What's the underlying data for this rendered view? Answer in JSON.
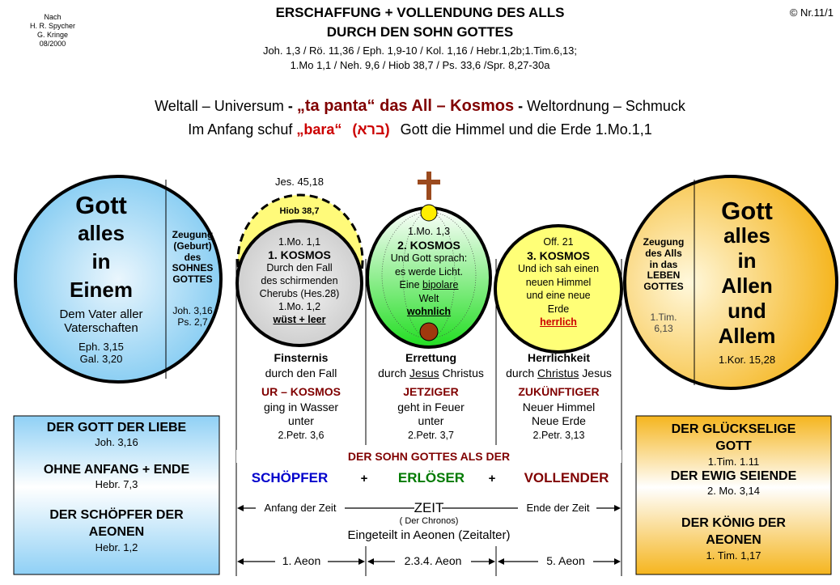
{
  "credits": [
    "Nach",
    "H. R. Spycher",
    "G. Kringe",
    "08/2000"
  ],
  "number": "© Nr.11/1",
  "title1": "ERSCHAFFUNG + VOLLENDUNG DES ALLS",
  "title2": "DURCH DEN SOHN GOTTES",
  "refs1": "Joh. 1,3 / Rö. 11,36 / Eph. 1,9-10 / Kol. 1,16 / Hebr.1,2b;1.Tim.6,13;",
  "refs2": "1.Mo 1,1 / Neh. 9,6 / Hiob 38,7 / Ps. 33,6 /Spr. 8,27-30a",
  "line1": {
    "a": "Weltall – Universum",
    "dash1": "-",
    "b": "„ta panta“ das All – Kosmos",
    "dash2": "-",
    "c": "Weltordnung – Schmuck"
  },
  "line2": {
    "a": "Im Anfang schuf",
    "b": "„bara“",
    "c": "(ברא)",
    "d": "Gott die Himmel und die Erde 1.Mo.1,1"
  },
  "left_circle": {
    "big": [
      "Gott",
      "alles",
      "in",
      "Einem"
    ],
    "sub": [
      "Dem Vater aller",
      "Vaterschaften"
    ],
    "refs": [
      "Eph. 3,15",
      "Gal. 3,20"
    ],
    "side": [
      "Zeugung",
      "(Geburt)",
      "des",
      "SOHNES",
      "GOTTES"
    ],
    "side_refs": [
      "Joh. 3,16",
      "Ps. 2,7"
    ]
  },
  "right_circle": {
    "big": [
      "Gott",
      "alles",
      "in",
      "Allen",
      "und",
      "Allem"
    ],
    "ref": "1.Kor. 15,28",
    "side": [
      "Zeugung",
      "des Alls",
      "in das",
      "LEBEN",
      "GOTTES"
    ],
    "side_refs": [
      "1.Tim.",
      "6,13"
    ]
  },
  "kosmos1": {
    "top": "Jes. 45,18",
    "dome": "Hiob 38,7",
    "ref": "1.Mo. 1,1",
    "title": "1. KOSMOS",
    "lines": [
      "Durch den Fall",
      "des schirmenden",
      "Cherubs (Hes.28)",
      "1.Mo. 1,2"
    ],
    "state": "wüst + leer"
  },
  "kosmos2": {
    "ref": "1.Mo. 1,3",
    "title": "2. KOSMOS",
    "lines": [
      "Und Gott sprach:",
      "es werde Licht."
    ],
    "l3a": "Eine ",
    "l3b": "bipolare",
    "l4": "Welt",
    "state": "wohnlich"
  },
  "kosmos3": {
    "ref": "Off. 21",
    "title": "3. KOSMOS",
    "lines": [
      "Und ich sah einen",
      "neuen Himmel",
      "und eine neue",
      "Erde"
    ],
    "state": "herrlich"
  },
  "cols": [
    {
      "head": "Finsternis",
      "sub_a": "durch den Fall",
      "sub_u": "",
      "sub_b": "",
      "name": "UR – KOSMOS",
      "lines": [
        "ging in Wasser",
        "unter",
        "2.Petr. 3,6"
      ]
    },
    {
      "head": "Errettung",
      "sub_a": "durch ",
      "sub_u": "Jesus",
      "sub_b": " Christus",
      "name": "JETZIGER",
      "lines": [
        "geht in Feuer",
        "unter",
        "2.Petr. 3,7"
      ]
    },
    {
      "head": "Herrlichkeit",
      "sub_a": "durch ",
      "sub_u": "Christus",
      "sub_b": " Jesus",
      "name": "ZUKÜNFTIGER",
      "lines": [
        "Neuer Himmel",
        "Neue Erde",
        "2.Petr. 3,13"
      ]
    }
  ],
  "son": {
    "title": "DER SOHN GOTTES ALS DER",
    "roles": [
      "SCHÖPFER",
      "ERLÖSER",
      "VOLLENDER"
    ],
    "plus": "+"
  },
  "time": {
    "start": "Anfang der Zeit",
    "zeit": "ZEIT",
    "end": "Ende der Zeit",
    "chronos": "( Der Chronos)",
    "divided": "Eingeteilt in Aeonen (Zeitalter)",
    "aeons": [
      "1. Aeon",
      "2.3.4. Aeon",
      "5. Aeon"
    ]
  },
  "left_box": {
    "items": [
      [
        "DER GOTT DER LIEBE",
        "Joh. 3,16"
      ],
      [
        "OHNE ANFANG + ENDE",
        "Hebr. 7,3"
      ],
      [
        "DER SCHÖPFER DER",
        "AEONEN",
        "Hebr. 1,2"
      ]
    ]
  },
  "right_box": {
    "items": [
      [
        "DER GLÜCKSELIGE",
        "GOTT",
        "1.Tim. 1.11"
      ],
      [
        "DER EWIG SEIENDE",
        "2. Mo. 3,14"
      ],
      [
        "DER KÖNIG DER",
        "AEONEN",
        "1. Tim. 1,17"
      ]
    ]
  },
  "colors": {
    "red": "#800000",
    "blue": "#0000cc",
    "green": "#007a00",
    "herrlich": "#cc0000"
  }
}
